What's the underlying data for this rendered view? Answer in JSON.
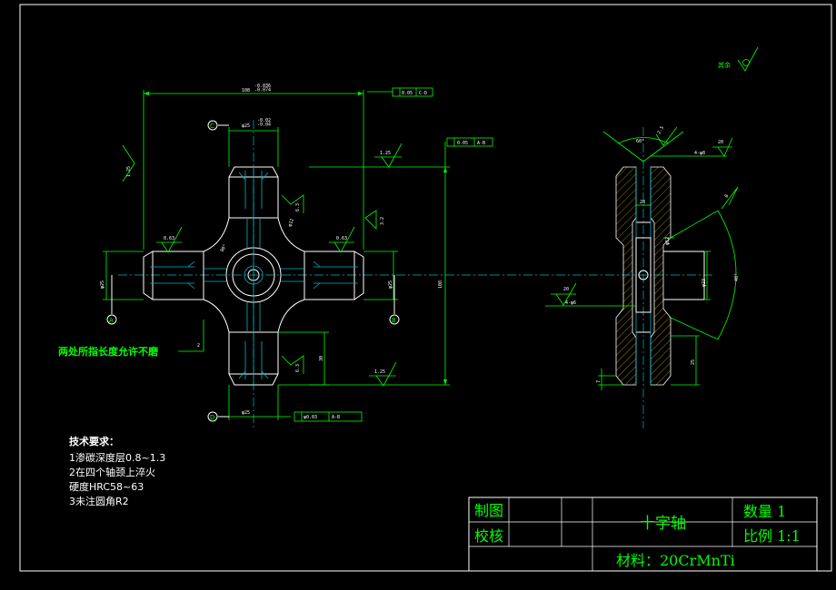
{
  "colors": {
    "background": "#000000",
    "outline": "#ffffff",
    "dimension": "#00ff00",
    "center_line": "#00b7c3",
    "hatch": "#d4b000"
  },
  "top_right": {
    "roughness_note": "其余"
  },
  "front_view": {
    "dim_total_width": "108",
    "dim_total_width_tol": "-0.036\n-0.074",
    "dim_total_height": "108",
    "dim_journal_dia": "φ25",
    "dim_journal_dia_tol": "-0.02\n-0.04",
    "dim_center_dia": "φ12",
    "dim_side_dia": "φ25",
    "dim_length_30": "30",
    "dim_chamfer_2": "2",
    "dim_angle_90": "90°",
    "gtol_cd": "0.05",
    "gtol_cd_ref": "C-D",
    "gtol_ab": "0.05",
    "gtol_ab_ref": "A-B",
    "gtol_bottom": "φ0.03",
    "gtol_bottom_ref": "A-B",
    "rough_063_a": "0.63",
    "rough_063_b": "0.63",
    "rough_125_a": "1.25",
    "rough_125_b": "1.25",
    "rough_125_c": "1.25",
    "rough_side_a": "6.3",
    "rough_side_b": "6.3",
    "rough_side_c": "3.2",
    "datum_a": "A",
    "datum_b": "B",
    "datum_c": "C",
    "datum_d": "D",
    "callout": "两处所指长度允许不磨"
  },
  "side_view": {
    "dim_angle_60": "60°",
    "dim_angle_40": "40°",
    "dim_28": "28",
    "dim_12": "φ12",
    "dim_25": "25",
    "dim_2_5": "2.5",
    "dim_7": "7",
    "dim_holes_top": "4-φ8",
    "dim_holes_bottom": "4-φ6",
    "rough_20_top": "20",
    "rough_20_bottom": "20",
    "dim_r8": "8"
  },
  "tech_requirements": {
    "title": "技术要求：",
    "lines": [
      "1渗碳深度层0.8~1.3",
      "2在四个轴颈上淬火",
      "硬度HRC58~63",
      "3未注圆角R2"
    ]
  },
  "title_block": {
    "drawn": "制图",
    "checked": "校核",
    "part_name": "十字轴",
    "quantity": "数量 1",
    "scale": "比例 1:1",
    "material": "材料：20CrMnTi"
  }
}
